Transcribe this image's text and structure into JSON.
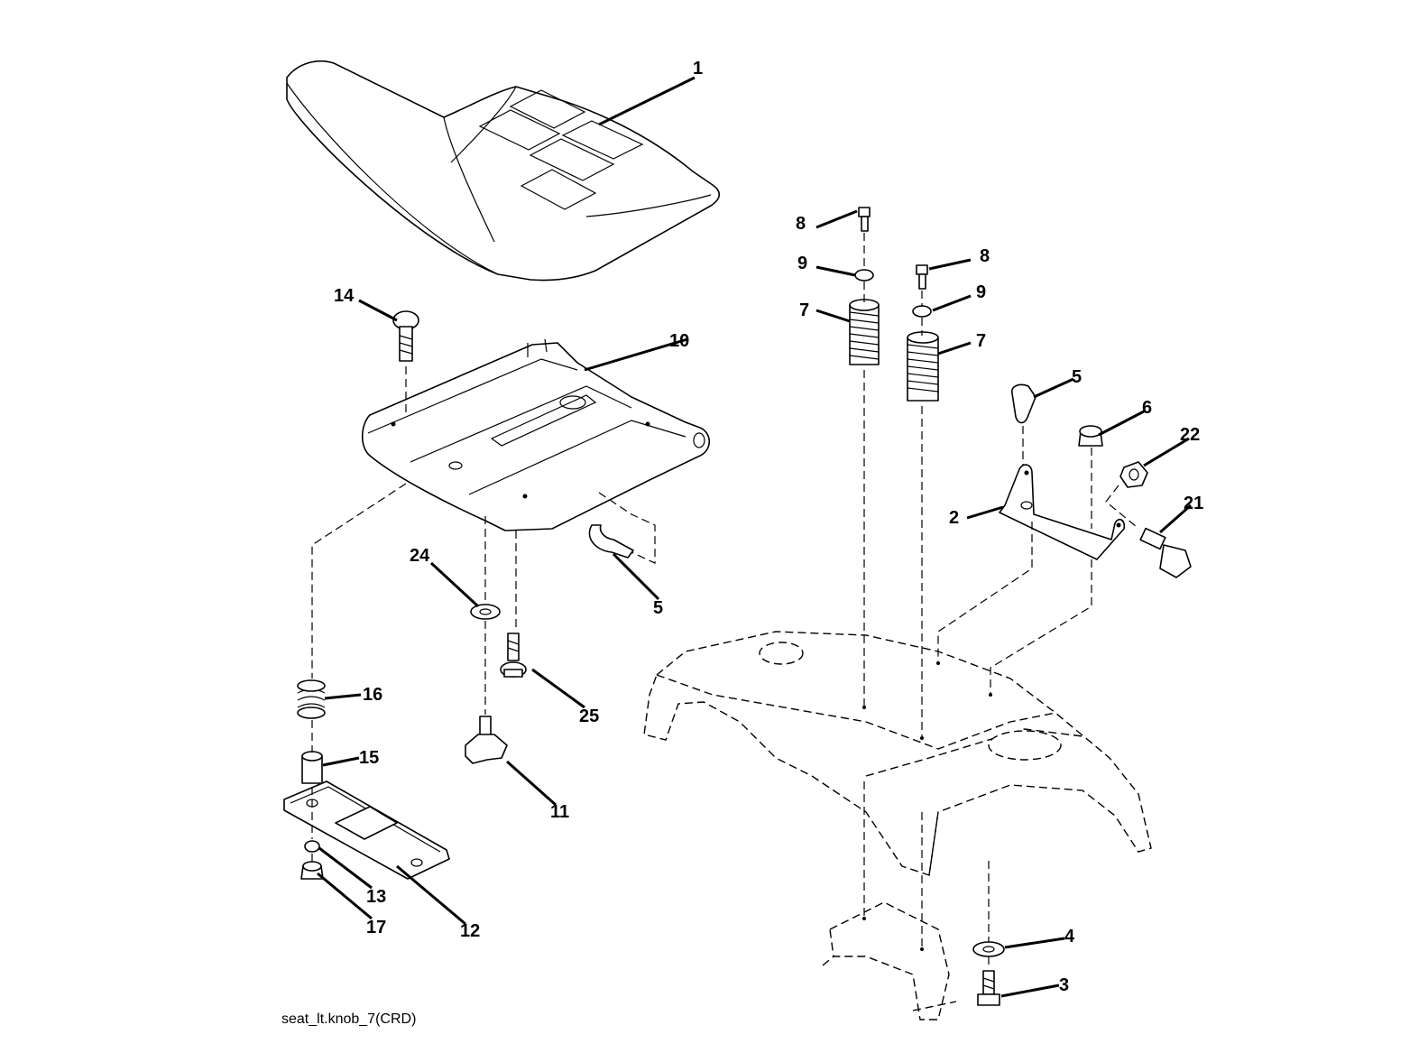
{
  "caption": "seat_lt.knob_7(CRD)",
  "callouts": {
    "seat": "1",
    "bracket": "2",
    "bolt_bottom": "3",
    "washer_bottom": "4",
    "clip_top": "5",
    "clip_left": "5",
    "nut": "6",
    "spring_left": "7",
    "spring_right": "7",
    "screw_left": "8",
    "screw_right": "8",
    "washer_left": "9",
    "washer_right": "9",
    "seat_pan": "10",
    "knob": "11",
    "slide_plate": "12",
    "washer_13": "13",
    "carriage_bolt": "14",
    "spacer": "15",
    "spring_16": "16",
    "nut_17": "17",
    "shoulder_bolt": "21",
    "nut_22": "22",
    "washer_24": "24",
    "bolt_25": "25"
  }
}
